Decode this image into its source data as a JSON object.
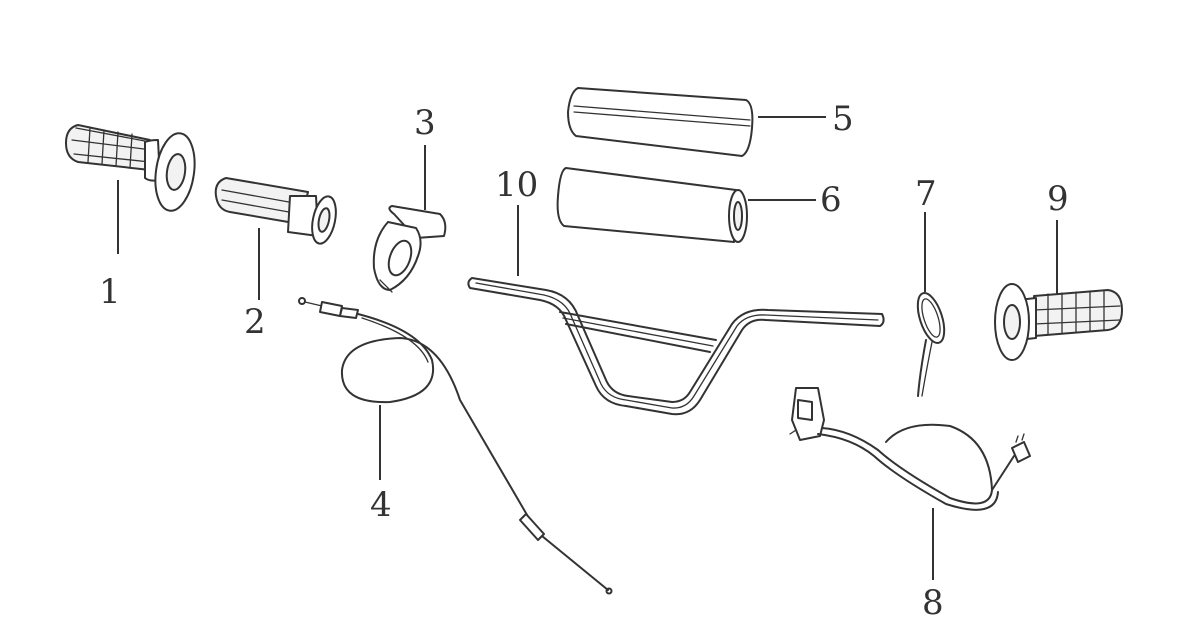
{
  "parts": [
    {
      "number": "1",
      "icon": "left-grip"
    },
    {
      "number": "2",
      "icon": "throttle-tube"
    },
    {
      "number": "3",
      "icon": "throttle-housing"
    },
    {
      "number": "4",
      "icon": "throttle-cable"
    },
    {
      "number": "5",
      "icon": "bar-pad-split"
    },
    {
      "number": "6",
      "icon": "bar-pad"
    },
    {
      "number": "7",
      "icon": "cable-tie"
    },
    {
      "number": "8",
      "icon": "kill-switch"
    },
    {
      "number": "9",
      "icon": "right-grip"
    },
    {
      "number": "10",
      "icon": "handlebar"
    }
  ]
}
